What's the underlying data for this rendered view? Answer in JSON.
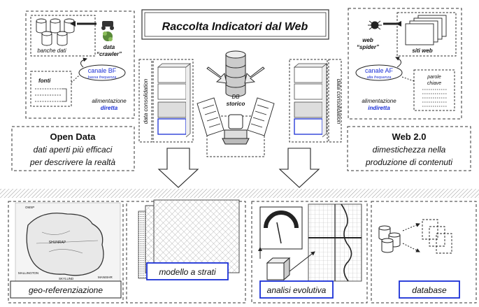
{
  "title": "Raccolta Indicatori dal Web",
  "left_panel": {
    "banche_dati": "banche dati",
    "crawler_line1": "data",
    "crawler_line2": "“crawler”",
    "fonti": "fonti",
    "canale_title": "canale BF",
    "canale_sub": "bassa frequenza",
    "alimentazione": "alimentazione",
    "alimentazione_type": "diretta",
    "consolidation": "data consolidation"
  },
  "right_panel": {
    "spider_line1": "web",
    "spider_line2": "“spider”",
    "siti_web": "siti web",
    "canale_title": "canale AF",
    "canale_sub": "alta frequenza",
    "parole_line1": "parole",
    "parole_line2": "chiave",
    "alimentazione": "alimentazione",
    "alimentazione_type": "indiretta",
    "consolidation": "data consolidation"
  },
  "center": {
    "db_line1": "DB",
    "db_line2": "storico"
  },
  "open_data": {
    "title": "Open Data",
    "line1": "dati aperti più efficaci",
    "line2": "per descrivere la realtà"
  },
  "web20": {
    "title": "Web 2.0",
    "line1": "dimestichezza nella",
    "line2": "produzione di contenuti"
  },
  "bottom_labels": {
    "geo": "geo-referenziazione",
    "modello": "modello a strati",
    "analisi": "analisi evolutiva",
    "database": "database"
  },
  "map_labels": {
    "center": "SHUNRAP",
    "left_top": "OMSP",
    "bottom_left": "MALLINGTON",
    "bottom_mid": "SKYLUND",
    "bottom_right": "MANISHR"
  },
  "colors": {
    "accent_blue": "#1a2fd6",
    "hatch_band": "#bdbdbd",
    "panel_border": "#222222"
  }
}
